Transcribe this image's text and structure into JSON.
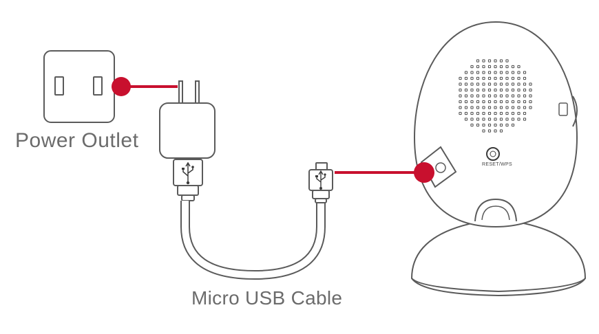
{
  "labels": {
    "power_outlet": "Power Outlet",
    "micro_usb_cable": "Micro USB Cable",
    "reset_wps": "RESET/WPS"
  },
  "colors": {
    "connector_marker": "#c8102e",
    "outline": "#5a5a5a",
    "label_text": "#6b6b6b"
  },
  "icons": {
    "usb_symbol": "usb-icon"
  }
}
